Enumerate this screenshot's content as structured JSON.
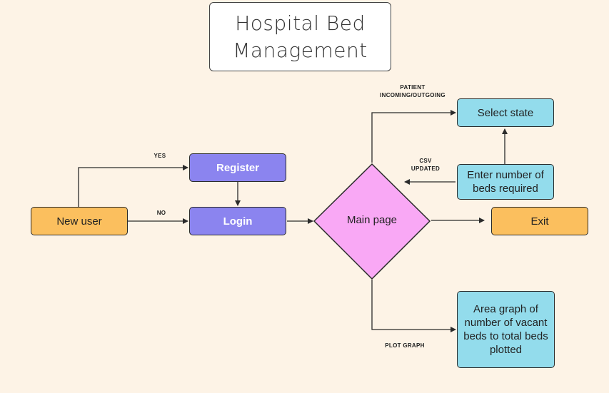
{
  "title": [
    "Hospital Bed",
    "Management"
  ],
  "nodes": {
    "new_user": "New user",
    "register": "Register",
    "login": "Login",
    "main_page": "Main page",
    "exit": "Exit",
    "select_state": "Select state",
    "enter_beds": "Enter number of beds required",
    "area_graph": "Area graph of number of vacant beds to total beds plotted"
  },
  "edges": {
    "yes": "YES",
    "no": "NO",
    "patient": [
      "PATIENT",
      "INCOMING/OUTGOING"
    ],
    "csv": [
      "CSV",
      "UPDATED"
    ],
    "plot_graph": "PLOT GRAPH"
  },
  "colors": {
    "background": "#fdf3e6",
    "orange": "#fbbf5e",
    "purple": "#8b84ef",
    "blue": "#93dcec",
    "pink": "#f9a8f5"
  }
}
